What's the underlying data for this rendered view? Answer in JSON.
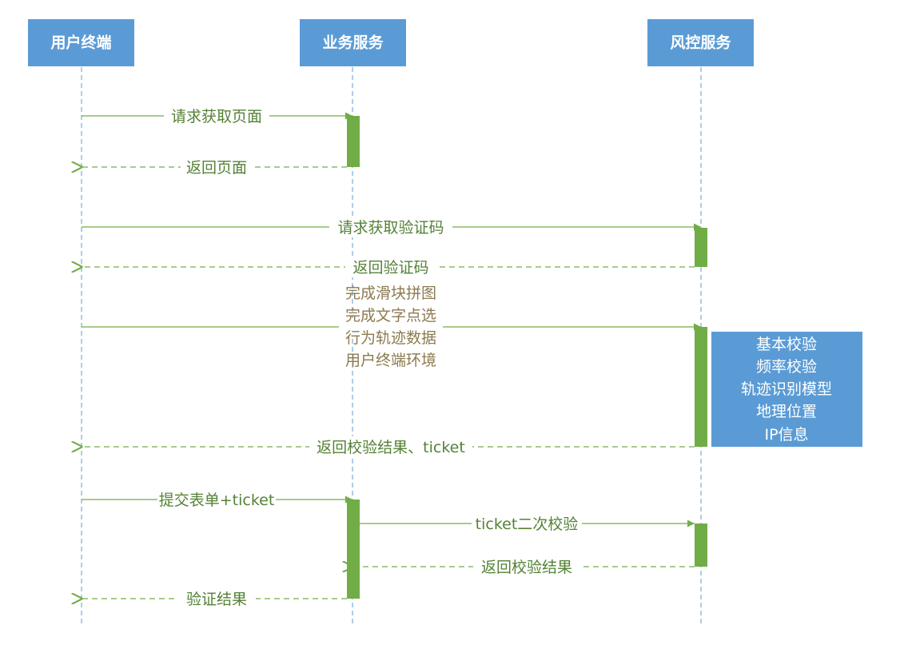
{
  "participants": [
    {
      "id": "client",
      "name": "用户终端"
    },
    {
      "id": "biz",
      "name": "业务服务"
    },
    {
      "id": "risk",
      "name": "风控服务"
    }
  ],
  "messages": [
    {
      "label": "请求获取页面",
      "from": "client",
      "to": "biz",
      "kind": "request"
    },
    {
      "label": "返回页面",
      "from": "biz",
      "to": "client",
      "kind": "return"
    },
    {
      "label": "请求获取验证码",
      "from": "client",
      "to": "risk",
      "kind": "request"
    },
    {
      "label": "返回验证码",
      "from": "risk",
      "to": "client",
      "kind": "return"
    },
    {
      "label": "",
      "from": "client",
      "to": "risk",
      "kind": "request"
    },
    {
      "label": "返回校验结果、ticket",
      "from": "risk",
      "to": "client",
      "kind": "return"
    },
    {
      "label": "提交表单+ticket",
      "from": "client",
      "to": "biz",
      "kind": "request"
    },
    {
      "label": "ticket二次校验",
      "from": "biz",
      "to": "risk",
      "kind": "request"
    },
    {
      "label": "返回校验结果",
      "from": "risk",
      "to": "biz",
      "kind": "return"
    },
    {
      "label": "验证结果",
      "from": "biz",
      "to": "client",
      "kind": "return"
    }
  ],
  "submit_items": [
    "完成滑块拼图",
    "完成文字点选",
    "行为轨迹数据",
    "用户终端环境"
  ],
  "risk_checks": [
    "基本校验",
    "频率校验",
    "轨迹识别模型",
    "地理位置",
    "IP信息"
  ],
  "colors": {
    "actor_fill": "#5b9bd5",
    "lifeline": "#5b9bd5",
    "activation": "#70ad47",
    "arrow": "#70ad47",
    "label_text": "#548235",
    "submit_text": "#8c7a4f",
    "note_fill": "#5b9bd5"
  }
}
